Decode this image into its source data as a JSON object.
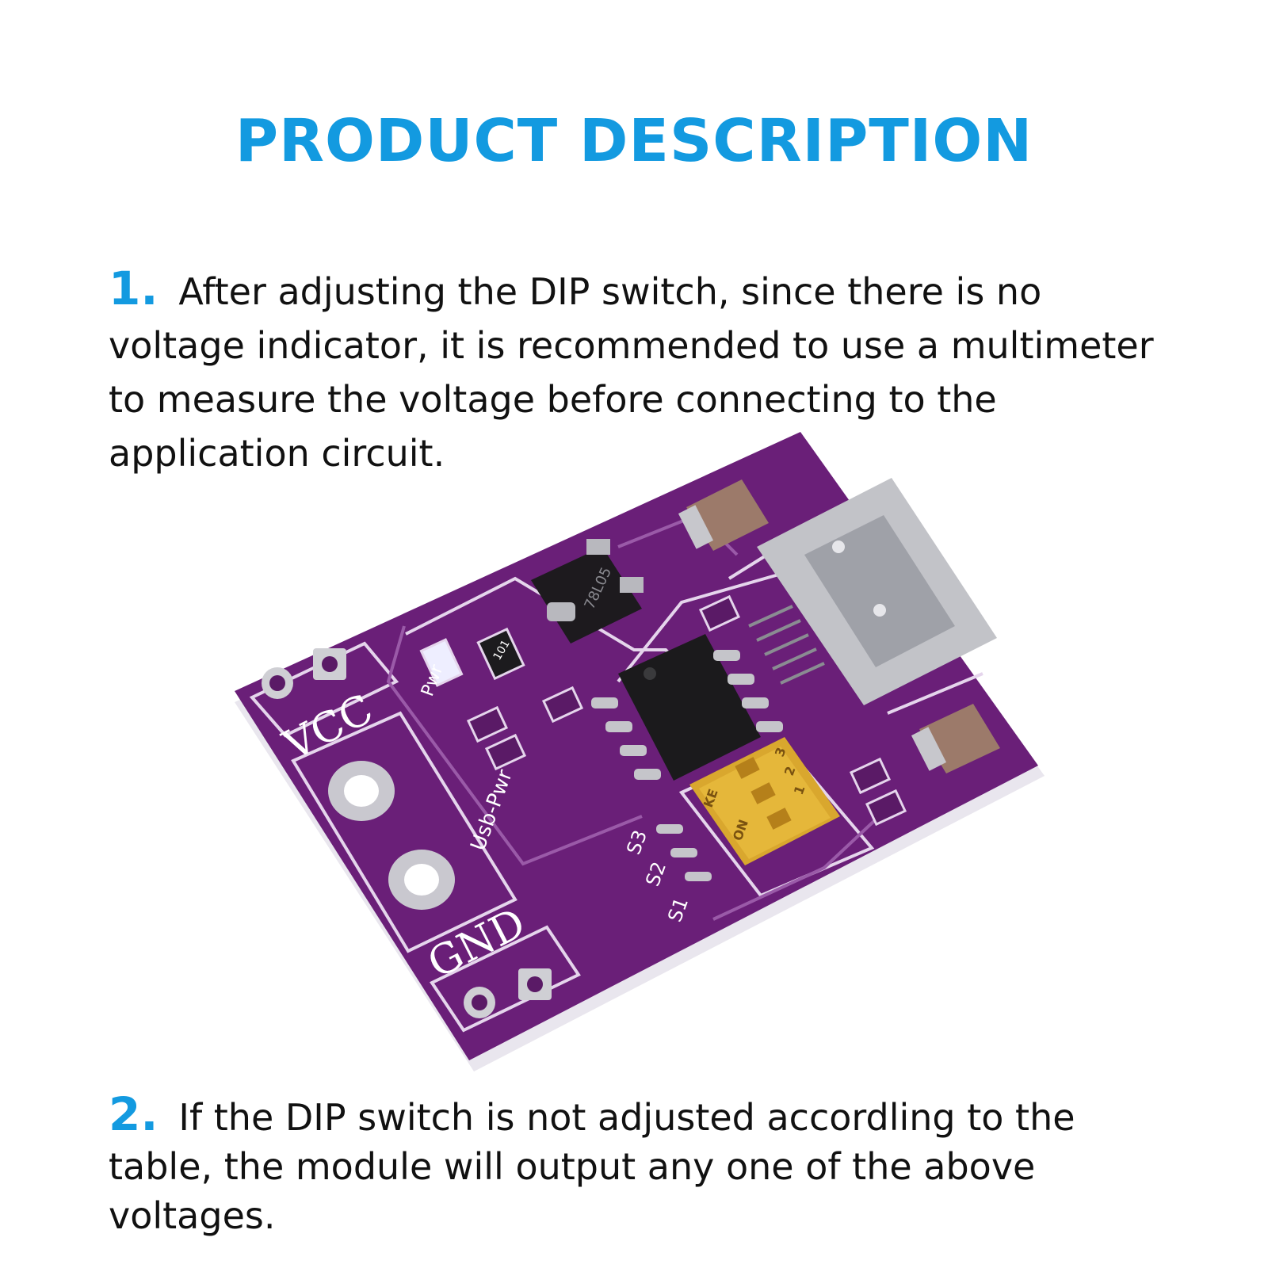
{
  "header": {
    "title": "PRODUCT DESCRIPTION"
  },
  "items": [
    {
      "number": "1.",
      "text": "After adjusting the DIP switch, since there is no voltage indicator, it is recommended to use a multimeter to measure the voltage before connecting to the application circuit."
    },
    {
      "number": "2.",
      "text": "If the DIP switch is not adjusted accordling to the table, the module will output any one of the above voltages."
    }
  ],
  "board": {
    "vcc_label": "VCC",
    "gnd_label": "GND",
    "usb_pwr_label": "Usb-Pwr",
    "pwr_label": "Pwr",
    "regulator_label": "78L05",
    "resistor_label": "101",
    "switch_labels": [
      "S1",
      "S2",
      "S3"
    ],
    "dip_on_label": "ON",
    "dip_ke_label": "KE",
    "dip_numbers": [
      "1",
      "2",
      "3"
    ]
  },
  "colors": {
    "accent": "#139ae0",
    "pcb": "#6a1f78",
    "text": "#111111"
  }
}
